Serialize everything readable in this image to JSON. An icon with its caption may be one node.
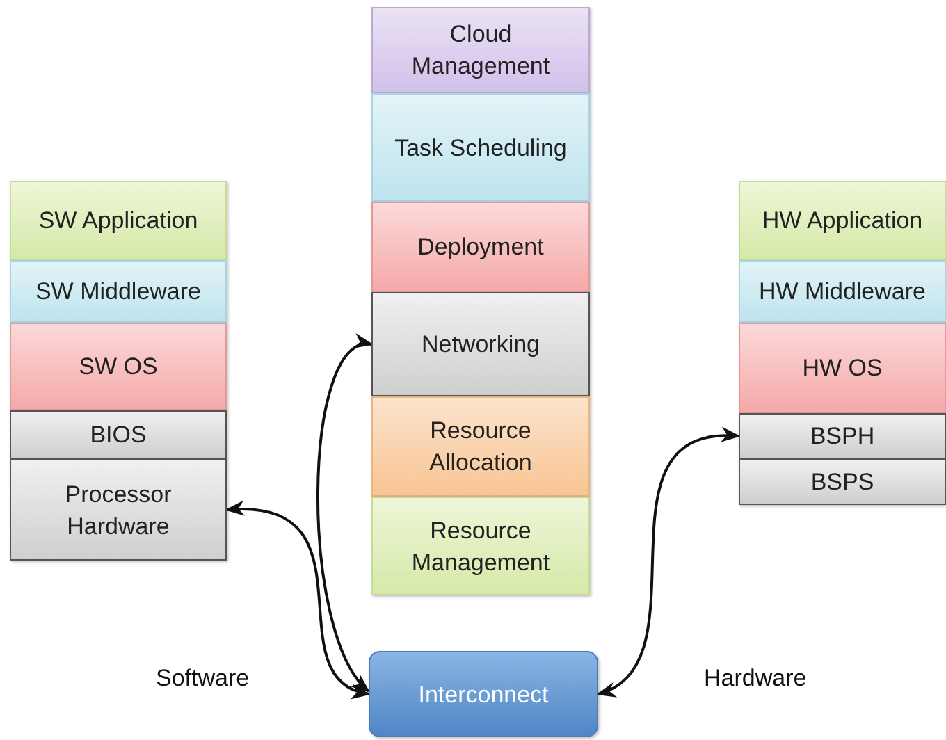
{
  "diagram": {
    "nodes": [
      {
        "text": [
          "SW Application"
        ]
      },
      {
        "text": [
          "SW Middleware"
        ]
      },
      {
        "text": [
          "SW OS"
        ]
      },
      {
        "text": [
          "BIOS"
        ]
      },
      {
        "text": [
          "Processor Hardware"
        ]
      },
      {
        "text": [
          "Cloud Management"
        ]
      },
      {
        "text": [
          "Task Scheduling"
        ]
      },
      {
        "text": [
          "Deployment"
        ]
      },
      {
        "text": [
          "Networking"
        ]
      },
      {
        "text": [
          "Resource Allocation"
        ]
      },
      {
        "text": [
          "Resource Management"
        ]
      },
      {
        "text": [
          "HW Application"
        ]
      },
      {
        "text": [
          "HW Middleware"
        ]
      },
      {
        "text": [
          "HW OS"
        ]
      },
      {
        "text": [
          "BSPH"
        ]
      },
      {
        "text": [
          "BSPS"
        ]
      },
      {
        "text": [
          "Interconnect"
        ]
      }
    ],
    "edges": [
      {
        "from": 16,
        "to": 4,
        "arrow": "both"
      },
      {
        "from": 16,
        "to": 8,
        "arrow": "both"
      },
      {
        "from": 16,
        "to": 14,
        "arrow": "both"
      }
    ],
    "labels": [
      "Software",
      "Hardware"
    ]
  }
}
